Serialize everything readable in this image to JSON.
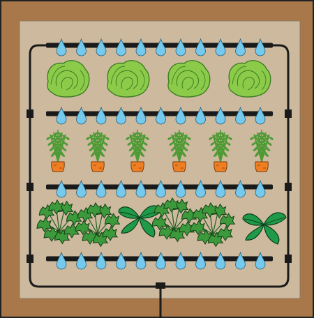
{
  "colors": {
    "frame": "#A8784A",
    "soil": "#CDBA9E",
    "pipe": "#1A1A1A",
    "drop": "#74C9EC",
    "lettuce": "#8CCB4A",
    "lettuce_dark": "#3E7E22",
    "carrot": "#F07E22",
    "carrot_top": "#4F9A35",
    "parsley": "#3C9A3C",
    "basil": "#1F9A48"
  },
  "beds": [
    {
      "crop": "lettuce",
      "count": 4
    },
    {
      "crop": "carrot",
      "count": 6
    },
    {
      "crop": "herbs",
      "count": 6
    }
  ],
  "drip_lines": [
    {
      "drippers": 11
    },
    {
      "drippers": 11
    },
    {
      "drippers": 11
    },
    {
      "drippers": 11
    }
  ]
}
